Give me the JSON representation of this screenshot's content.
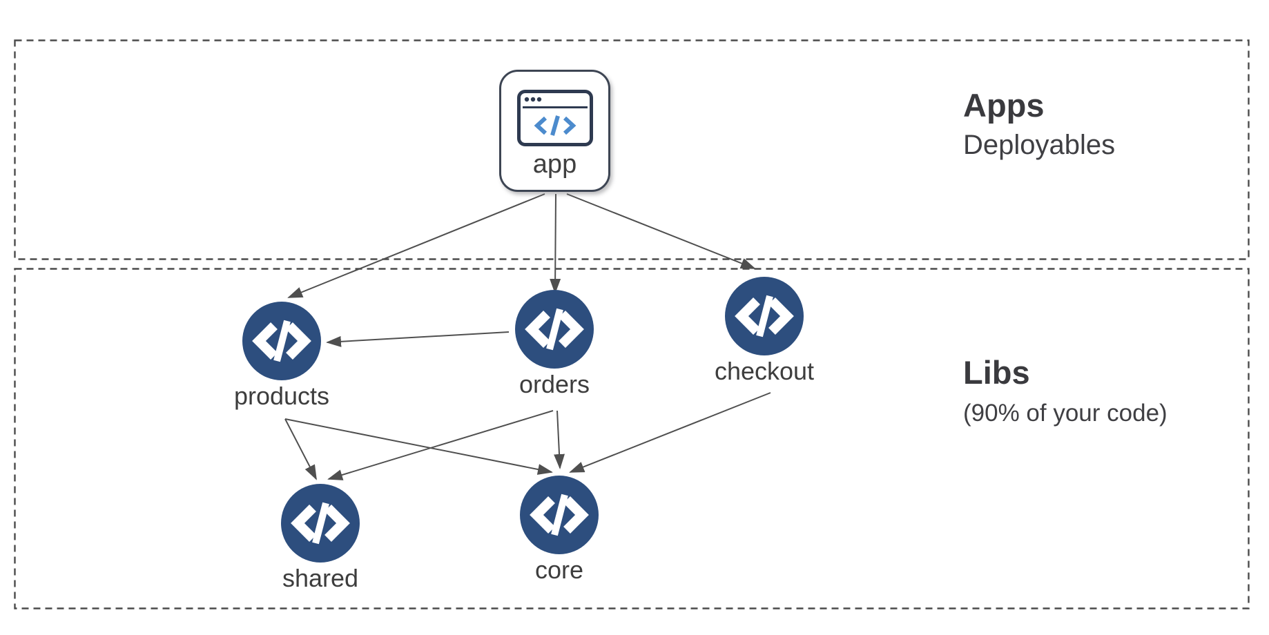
{
  "diagram": {
    "title": "monorepo apps and libs dependency graph",
    "sections": [
      {
        "id": "apps",
        "title": "Apps",
        "subtitle": "Deployables"
      },
      {
        "id": "libs",
        "title": "Libs",
        "subtitle": "(90% of your code)"
      }
    ],
    "nodes": [
      {
        "id": "app",
        "label": "app",
        "kind": "application",
        "section": "apps",
        "icon": "browser-code-icon"
      },
      {
        "id": "products",
        "label": "products",
        "kind": "library",
        "section": "libs",
        "icon": "code-icon"
      },
      {
        "id": "orders",
        "label": "orders",
        "kind": "library",
        "section": "libs",
        "icon": "code-icon"
      },
      {
        "id": "checkout",
        "label": "checkout",
        "kind": "library",
        "section": "libs",
        "icon": "code-icon"
      },
      {
        "id": "shared",
        "label": "shared",
        "kind": "library",
        "section": "libs",
        "icon": "code-icon"
      },
      {
        "id": "core",
        "label": "core",
        "kind": "library",
        "section": "libs",
        "icon": "code-icon"
      }
    ],
    "edges": [
      {
        "from": "app",
        "to": "products"
      },
      {
        "from": "app",
        "to": "orders"
      },
      {
        "from": "app",
        "to": "checkout"
      },
      {
        "from": "orders",
        "to": "products"
      },
      {
        "from": "products",
        "to": "shared"
      },
      {
        "from": "products",
        "to": "core"
      },
      {
        "from": "orders",
        "to": "shared"
      },
      {
        "from": "orders",
        "to": "core"
      },
      {
        "from": "checkout",
        "to": "core"
      }
    ],
    "colors": {
      "library_node_fill": "#2d4e7e",
      "icon_code_blue": "#4c8bcd",
      "icon_outline": "#2e3a50",
      "edge_stroke": "#4f4f4f",
      "section_border": "#4a4a4a",
      "label_text": "#3d3d3d",
      "heading_text": "#3a3a3e",
      "background": "#ffffff"
    }
  }
}
